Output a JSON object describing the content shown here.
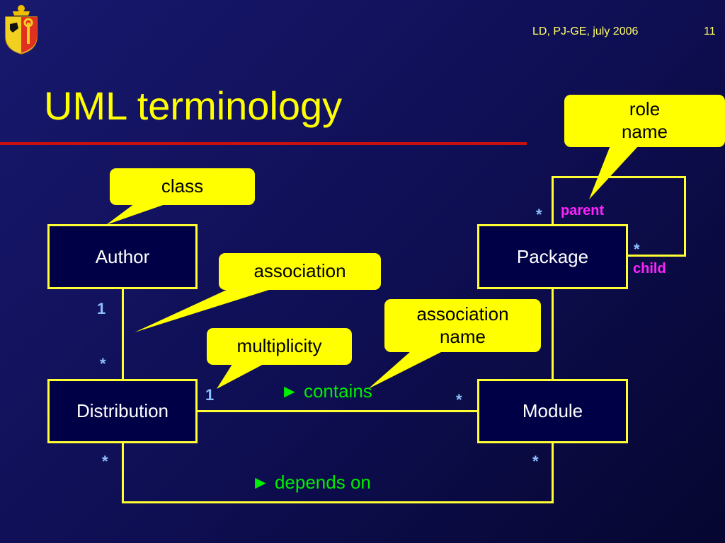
{
  "header": {
    "author_info": "LD, PJ-GE, july 2006",
    "page_number": "11",
    "logo_icon": "geneva-coat-of-arms-icon"
  },
  "slide": {
    "title": "UML terminology"
  },
  "classes": {
    "author": "Author",
    "package": "Package",
    "distribution": "Distribution",
    "module": "Module"
  },
  "callouts": {
    "class": "class",
    "association": "association",
    "multiplicity": "multiplicity",
    "association_name_line1": "association",
    "association_name_line2": "name",
    "role_name_line1": "role",
    "role_name_line2": "name"
  },
  "multiplicities": {
    "author_top": "1",
    "distribution_top": "*",
    "distribution_right": "1",
    "module_left": "*",
    "distribution_bottom": "*",
    "module_bottom": "*",
    "package_parent": "*",
    "package_child": "*"
  },
  "roles": {
    "parent": "parent",
    "child": "child"
  },
  "associations": {
    "contains": "► contains",
    "depends_on": "► depends on"
  },
  "colors": {
    "background": "#10105e",
    "title": "#ffff00",
    "rule": "#c81010",
    "box_border": "#ffff33",
    "callout": "#ffff00",
    "multiplicity": "#8ec0ff",
    "role": "#ff22ff",
    "association_label": "#00ee00"
  }
}
